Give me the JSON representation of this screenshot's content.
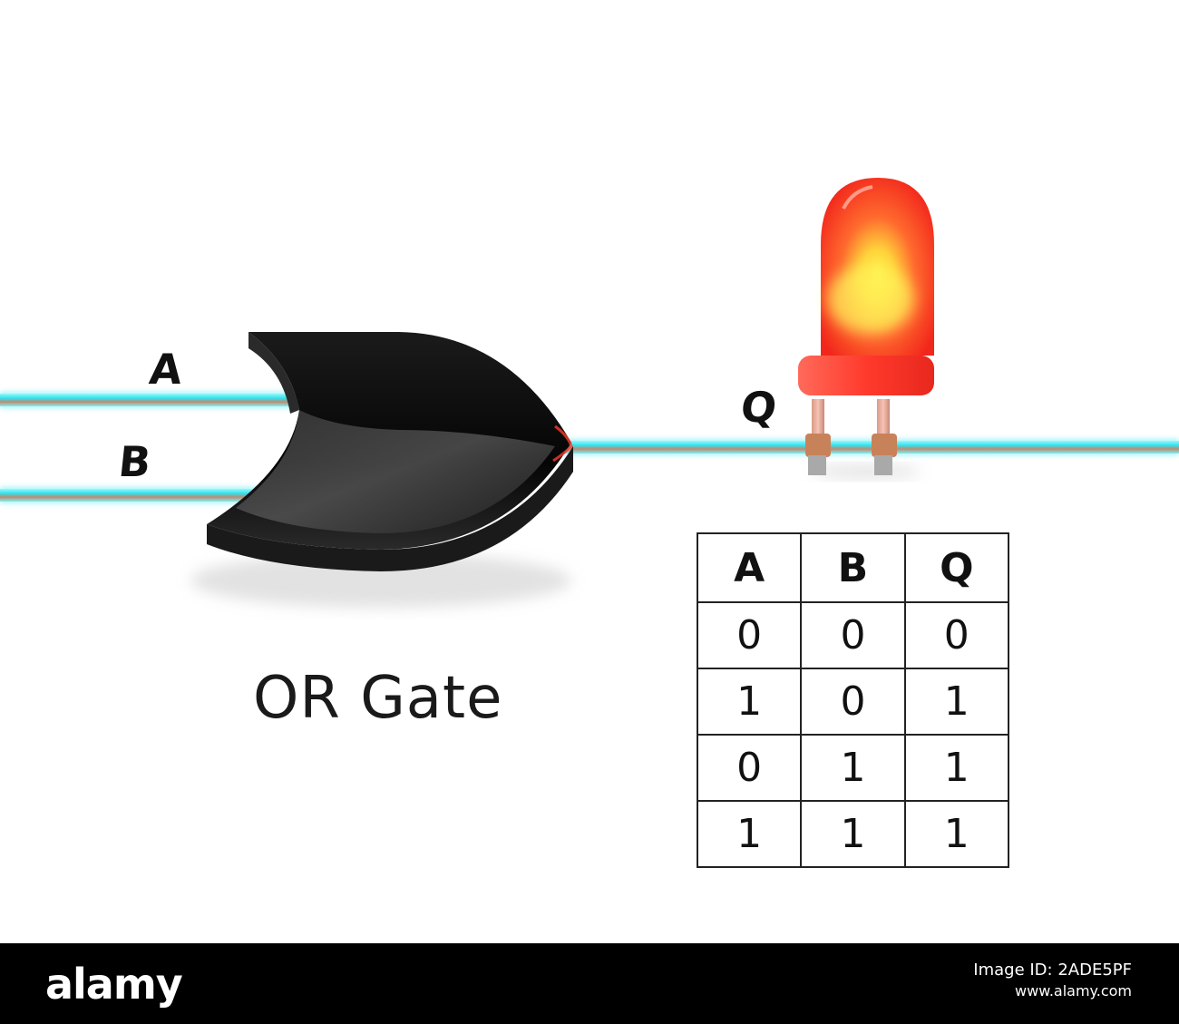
{
  "labels": {
    "input_a": "A",
    "input_b": "B",
    "output_q": "Q",
    "gate_title": "OR Gate"
  },
  "truth_table": {
    "headers": [
      "A",
      "B",
      "Q"
    ],
    "rows": [
      [
        "0",
        "0",
        "0"
      ],
      [
        "1",
        "0",
        "1"
      ],
      [
        "0",
        "1",
        "1"
      ],
      [
        "1",
        "1",
        "1"
      ]
    ]
  },
  "footer": {
    "logo": "alamy",
    "image_id": "Image ID: 2ADE5PF",
    "url": "www.alamy.com"
  },
  "colors": {
    "wire_glow": "#33e6f0",
    "led_body": "#ff3b2a",
    "led_core": "#ffe83a",
    "gate_body": "#0a0a0a"
  }
}
